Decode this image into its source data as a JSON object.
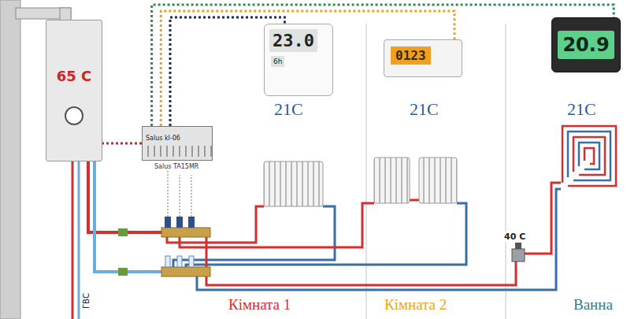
{
  "diagram": {
    "nodes": [
      {
        "text": [
          "65 C"
        ]
      },
      {
        "text": [
          "Salus kl-06"
        ]
      },
      {
        "text": [
          "23.0",
          "6h"
        ]
      },
      {
        "text": [
          "0123"
        ]
      },
      {
        "text": [
          "20.9"
        ]
      }
    ],
    "edges": [
      {
        "from": 1,
        "to": 0,
        "arrow": "none"
      },
      {
        "from": 1,
        "to": 2,
        "arrow": "none"
      },
      {
        "from": 1,
        "to": 3,
        "arrow": "none"
      },
      {
        "from": 1,
        "to": 4,
        "arrow": "none"
      }
    ],
    "labels": [
      "Salus TA15MR",
      "21C",
      "21C",
      "21C",
      "40 C",
      "Кімната 1",
      "Кімната 2",
      "Ванна",
      "ГВС"
    ]
  }
}
